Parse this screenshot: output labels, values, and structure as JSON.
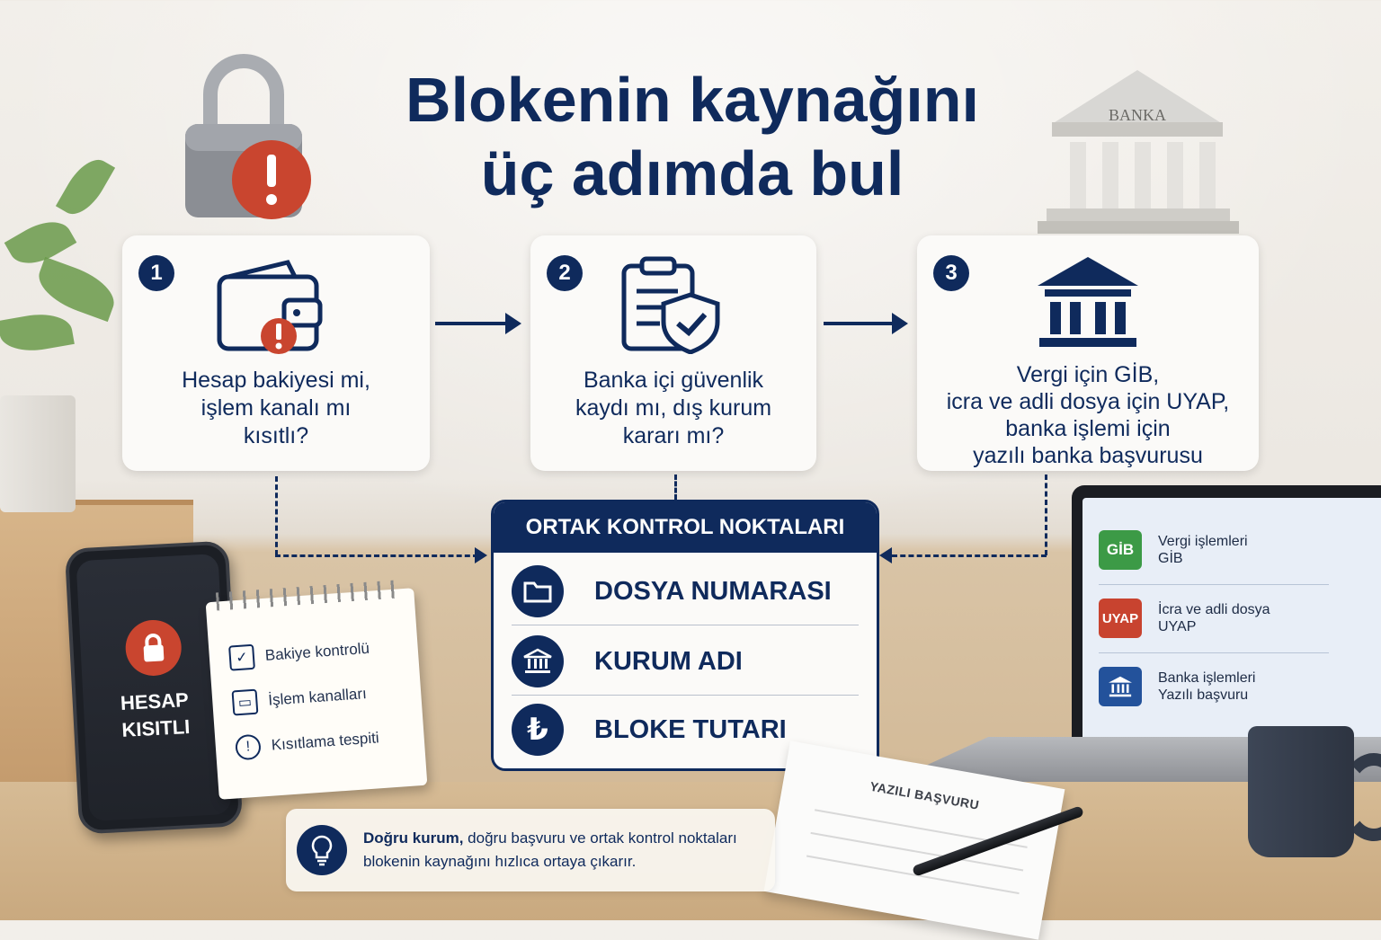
{
  "title": {
    "line1": "Blokenin kaynağını",
    "line2": "üç adımda bul"
  },
  "decor": {
    "bank_sign": "BANKA"
  },
  "steps": [
    {
      "number": "1",
      "icon": "wallet-warning-icon",
      "lines": [
        "Hesap bakiyesi mi,",
        "işlem kanalı mı",
        "kısıtlı?"
      ]
    },
    {
      "number": "2",
      "icon": "clipboard-shield-icon",
      "lines": [
        "Banka içi güvenlik",
        "kaydı mı, dış kurum",
        "kararı mı?"
      ]
    },
    {
      "number": "3",
      "icon": "bank-building-icon",
      "lines": [
        "Vergi için GİB,",
        "icra ve adli dosya için UYAP,",
        "banka işlemi için",
        "yazılı banka başvurusu"
      ]
    }
  ],
  "hub": {
    "heading": "ORTAK KONTROL NOKTALARI",
    "items": [
      {
        "icon": "folder-icon",
        "label": "DOSYA NUMARASI"
      },
      {
        "icon": "bank-icon",
        "label": "KURUM ADI"
      },
      {
        "icon": "lira-icon",
        "label": "BLOKE TUTARI"
      }
    ]
  },
  "phone": {
    "line1": "HESAP",
    "line2": "KISITLI"
  },
  "notepad": [
    {
      "icon": "check-box-icon",
      "label": "Bakiye kontrolü"
    },
    {
      "icon": "card-icon",
      "label": "İşlem kanalları"
    },
    {
      "icon": "alert-circle-icon",
      "label": "Kısıtlama tespiti"
    }
  ],
  "laptop": [
    {
      "badge": "GİB",
      "badge_color": "#3c9a46",
      "line1": "Vergi işlemleri",
      "line2": "GİB"
    },
    {
      "badge": "UYAP",
      "badge_color": "#c8432f",
      "line1": "İcra ve adli dosya",
      "line2": "UYAP"
    },
    {
      "badge": "",
      "badge_color": "#23529b",
      "line1": "Banka işlemleri",
      "line2": "Yazılı başvuru"
    }
  ],
  "paper": {
    "title": "YAZILI BAŞVURU"
  },
  "tip": {
    "bold": "Doğru kurum,",
    "rest": " doğru başvuru ve ortak kontrol noktaları",
    "line2": "blokenin kaynağını hızlıca ortaya çıkarır."
  },
  "colors": {
    "navy": "#0f2a5c",
    "alert": "#c9452f"
  }
}
